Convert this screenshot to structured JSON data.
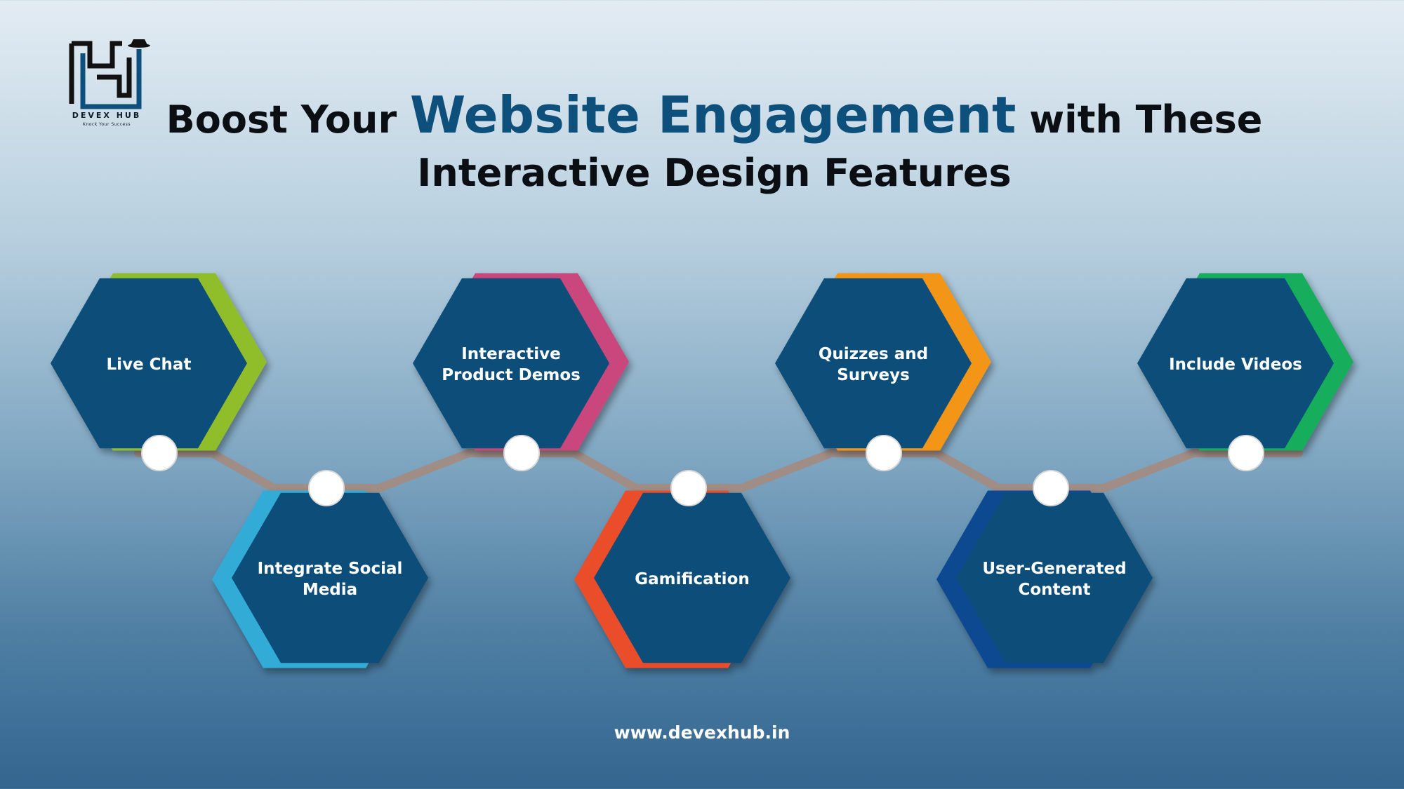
{
  "brand": {
    "name": "DEVEX HUB",
    "tagline": "Knock Your Success",
    "logo_letters": "H"
  },
  "title": {
    "part1": "Boost Your ",
    "highlight": "Website Engagement",
    "part2": " with These",
    "line2": "Interactive Design Features"
  },
  "colors": {
    "hex_fill": "#0d4e7a",
    "connector": "#a08d86",
    "node": "#ffffff",
    "title_accent": "#0e507c"
  },
  "features": [
    {
      "label_lines": [
        "Live Chat"
      ],
      "accent": "#8fbe2c",
      "row": "top"
    },
    {
      "label_lines": [
        "Integrate Social",
        "Media"
      ],
      "accent": "#33acd6",
      "row": "bottom"
    },
    {
      "label_lines": [
        "Interactive",
        "Product Demos"
      ],
      "accent": "#c9467b",
      "row": "top"
    },
    {
      "label_lines": [
        "Gamification"
      ],
      "accent": "#ea4e2c",
      "row": "bottom"
    },
    {
      "label_lines": [
        "Quizzes and",
        "Surveys"
      ],
      "accent": "#f39517",
      "row": "top"
    },
    {
      "label_lines": [
        "User-Generated",
        "Content"
      ],
      "accent": "#0a4a90",
      "row": "bottom"
    },
    {
      "label_lines": [
        "Include Videos"
      ],
      "accent": "#12ad5c",
      "row": "top"
    }
  ],
  "footer": {
    "website": "www.devexhub.in"
  }
}
